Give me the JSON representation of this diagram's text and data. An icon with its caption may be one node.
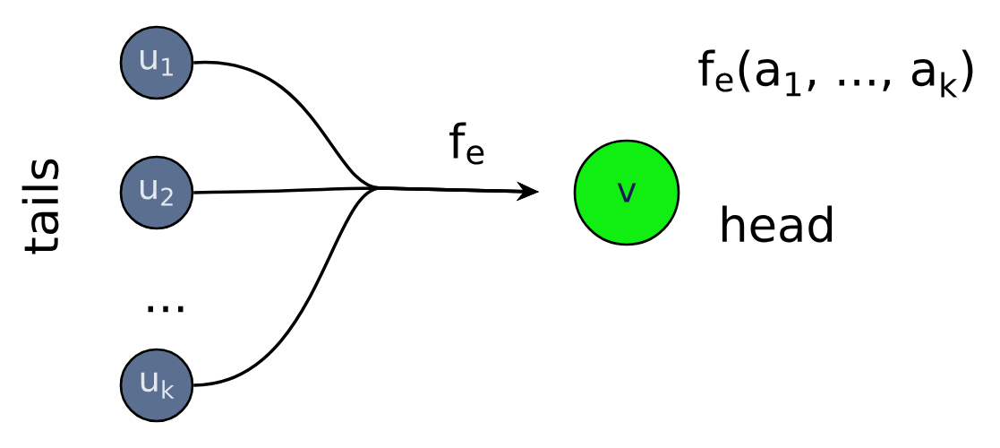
{
  "diagram": {
    "nodes": [
      {
        "text": [
          "u$_{1}$"
        ]
      },
      {
        "text": [
          "u$_{2}$"
        ]
      },
      {
        "text": [
          "u$_{k}$"
        ]
      },
      {
        "text": [
          "v"
        ],
        "beside": [
          "f$_{e}$(a$_{1}$, ..., a$_{k}$)",
          "head"
        ]
      }
    ],
    "edges": [
      {
        "from": 0,
        "to": 3,
        "arrow": "to"
      },
      {
        "from": 1,
        "to": 3,
        "arrow": "to",
        "label": "f$_{e}$"
      },
      {
        "from": 2,
        "to": 3,
        "arrow": "to"
      }
    ],
    "labels": [
      "tails",
      "..."
    ]
  }
}
